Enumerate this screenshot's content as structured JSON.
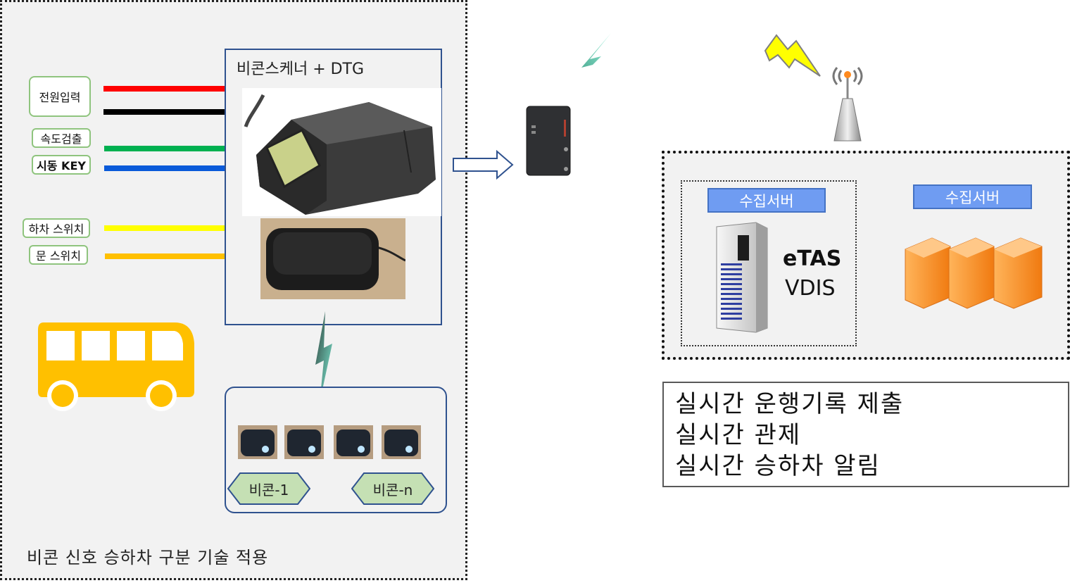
{
  "vehicle_panel": {
    "input_labels": {
      "power": "전원입력",
      "speed": "속도검출",
      "ignition": "시동 KEY",
      "alight_switch": "하차 스위치",
      "door_switch": "문 스위치"
    },
    "scanner_title": "비콘스케너 + DTG",
    "beacon_labels": {
      "first": "비콘-1",
      "last": "비콘-n"
    },
    "caption": "비콘 신호 승하차 구분 기술 적용",
    "wire_colors": {
      "power_positive": "#ff0000",
      "power_negative": "#000000",
      "speed": "#00b050",
      "ignition": "#0a5ad9",
      "alight_switch": "#ffff00",
      "door_switch": "#ffc000"
    }
  },
  "server_panel": {
    "server_label_1": "수집서버",
    "server_label_2": "수집서버",
    "system_name": "eTAS",
    "system_sub": "VDIS"
  },
  "features": {
    "line1": "실시간 운행기록 제출",
    "line2": "실시간 관제",
    "line3": "실시간 승하차 알림"
  },
  "colors": {
    "bus": "#ffc000",
    "server_label_fill": "#6f9cf2",
    "panel_border": "#2f528f",
    "server_box": "#ff9d3b"
  }
}
